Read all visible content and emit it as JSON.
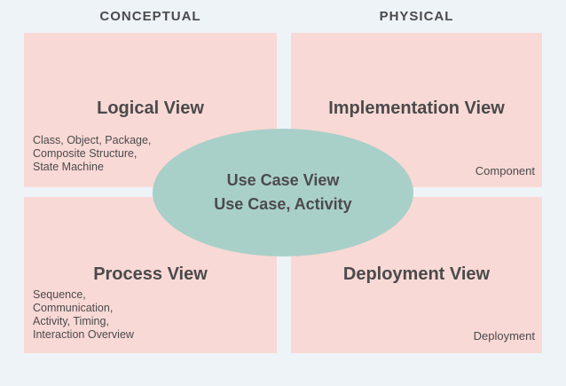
{
  "colors": {
    "bg": "#eef3f8",
    "box": "#f9d9d5",
    "ellipse": "#a9cfc9",
    "text": "#4a4a4c"
  },
  "headers": {
    "conceptual": "CONCEPTUAL",
    "physical": "PHYSICAL"
  },
  "quadrants": {
    "logical": {
      "title": "Logical View",
      "items": "Class, Object, Package,\nComposite Structure,\nState Machine"
    },
    "implementation": {
      "title": "Implementation View",
      "label": "Component"
    },
    "process": {
      "title": "Process View",
      "items": "Sequence,\nCommunication,\nActivity, Timing,\nInteraction Overview"
    },
    "deployment": {
      "title": "Deployment View",
      "label": "Deployment"
    }
  },
  "center": {
    "title": "Use Case View",
    "subtitle": "Use Case, Activity"
  }
}
